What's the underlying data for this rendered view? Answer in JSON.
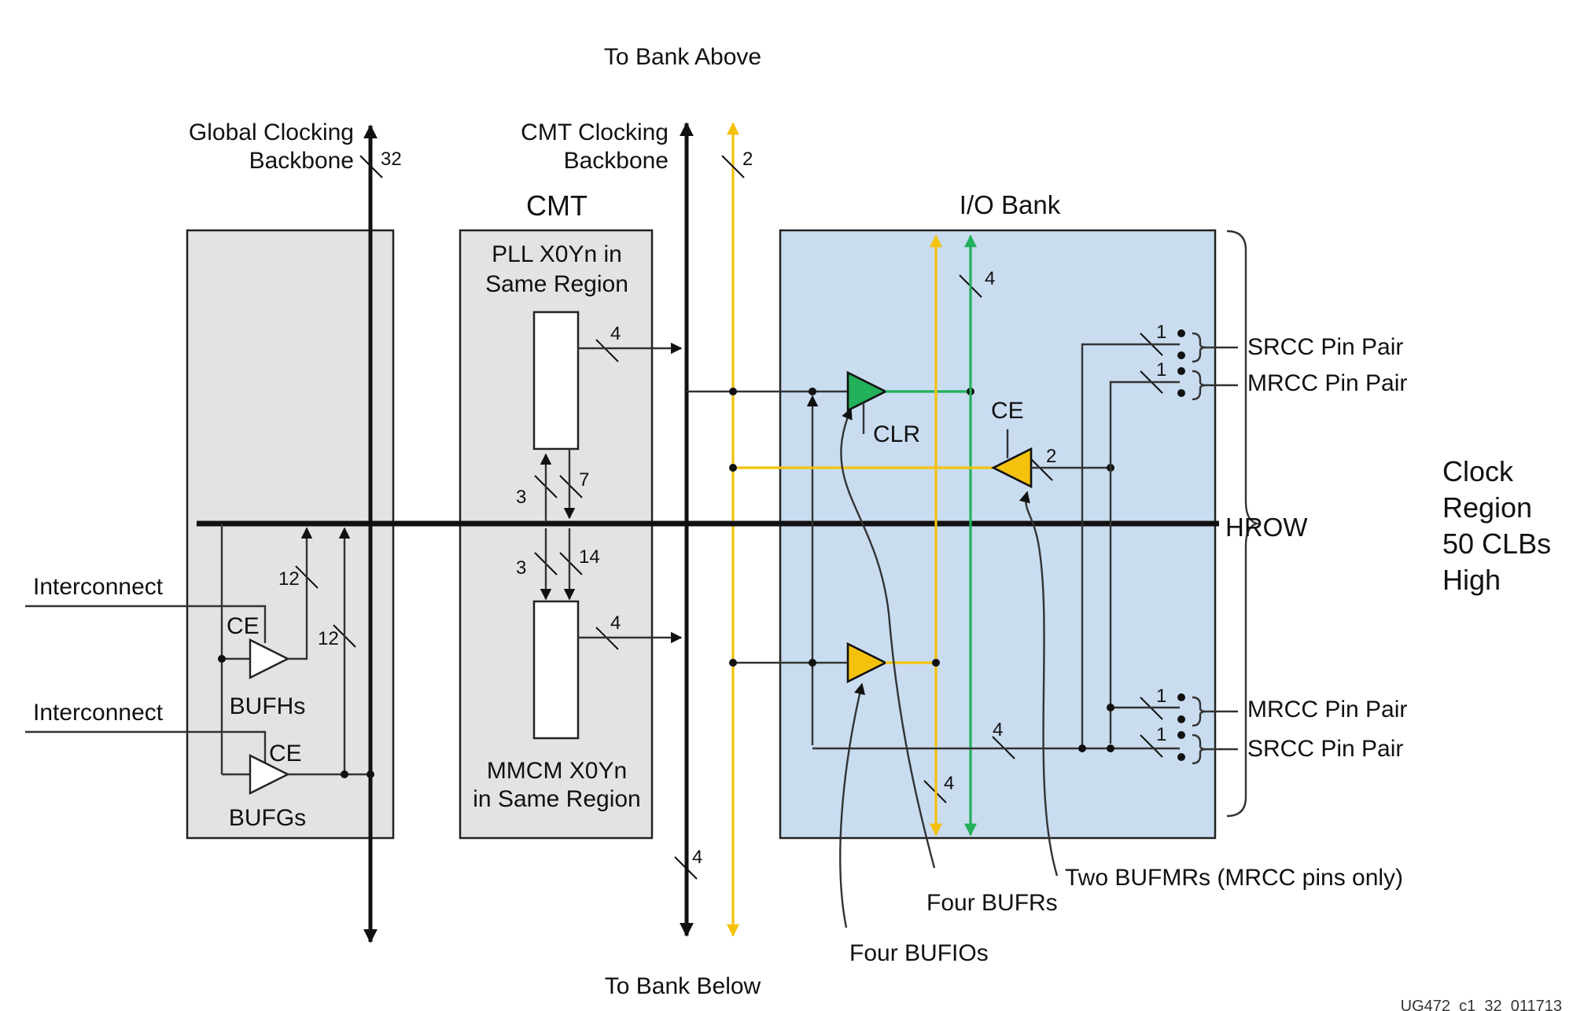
{
  "labels": {
    "to_bank_above": "To Bank Above",
    "to_bank_below": "To Bank Below",
    "global_backbone_1": "Global Clocking",
    "global_backbone_2": "Backbone",
    "cmt_backbone_1": "CMT Clocking",
    "cmt_backbone_2": "Backbone",
    "cmt_title": "CMT",
    "io_bank_title": "I/O Bank",
    "pll_1": "PLL X0Yn in",
    "pll_2": "Same Region",
    "mmcm_1": "MMCM X0Yn",
    "mmcm_2": "in Same Region",
    "hrow": "HROW",
    "interconnect_1": "Interconnect",
    "interconnect_2": "Interconnect",
    "ce_bufh": "CE",
    "ce_bufg": "CE",
    "ce_bufmr": "CE",
    "clr": "CLR",
    "bufhs": "BUFHs",
    "bufgs": "BUFGs",
    "srcc_top": "SRCC Pin Pair",
    "mrcc_top": "MRCC Pin Pair",
    "mrcc_bottom": "MRCC Pin Pair",
    "srcc_bottom": "SRCC Pin Pair",
    "clock_region_1": "Clock",
    "clock_region_2": "Region",
    "clock_region_3": "50 CLBs",
    "clock_region_4": "High",
    "two_bufmrs": "Two BUFMRs (MRCC pins only)",
    "four_bufrs": "Four BUFRs",
    "four_bufios": "Four BUFIOs",
    "figure_id": "UG472_c1_32_011713"
  },
  "bus_widths": {
    "global_backbone": "32",
    "cmt_backbone": "2",
    "pll_out": "4",
    "pll_up": "3",
    "pll_down": "7",
    "mmcm_up": "3",
    "mmcm_down": "14",
    "mmcm_out": "4",
    "bufh_to_hrow": "12",
    "bufg_to_hrow": "12",
    "io_top": "4",
    "bufmr_in": "2",
    "srcc_top": "1",
    "mrcc_top": "1",
    "mrcc_bottom": "1",
    "srcc_bottom": "1",
    "io_bottom_bus": "4",
    "io_yellow_bottom": "4",
    "cmt_bottom": "4"
  },
  "colors": {
    "block_fill": "#e3e3e3",
    "io_bank_fill": "#c9dcf0",
    "bufr_green": "#22b05a",
    "bufio_yellow": "#f4c20d"
  }
}
